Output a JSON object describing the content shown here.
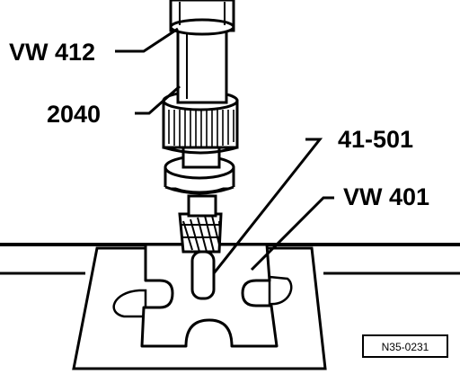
{
  "labels": {
    "vw412": "VW 412",
    "tool2040": "2040",
    "tool41501": "41-501",
    "vw401": "VW 401"
  },
  "figure_ref": "N35-0231",
  "colors": {
    "ink": "#000000",
    "paper": "#ffffff"
  }
}
